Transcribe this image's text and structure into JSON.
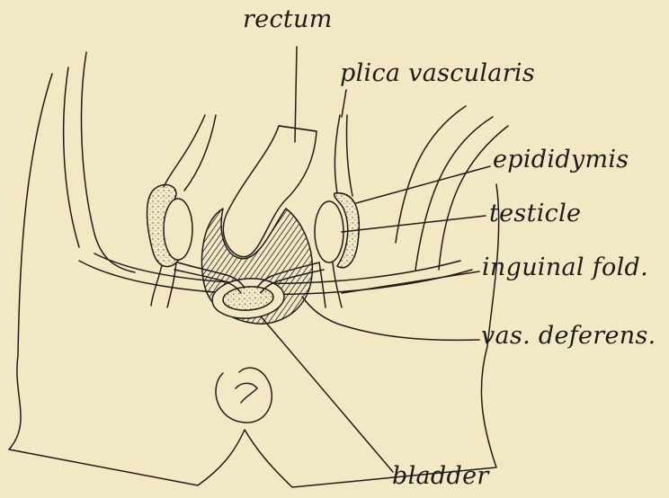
{
  "figure": {
    "background": "#f3e8c4",
    "ink": "#1c1c1c",
    "labels": {
      "rectum": "rectum",
      "plica_vascularis": "plica vascularis",
      "epididymis": "epididymis",
      "testicle": "testicle",
      "inguinal_fold": "inguinal fold.",
      "vas_deferens": "vas. deferens.",
      "bladder": "bladder"
    }
  }
}
